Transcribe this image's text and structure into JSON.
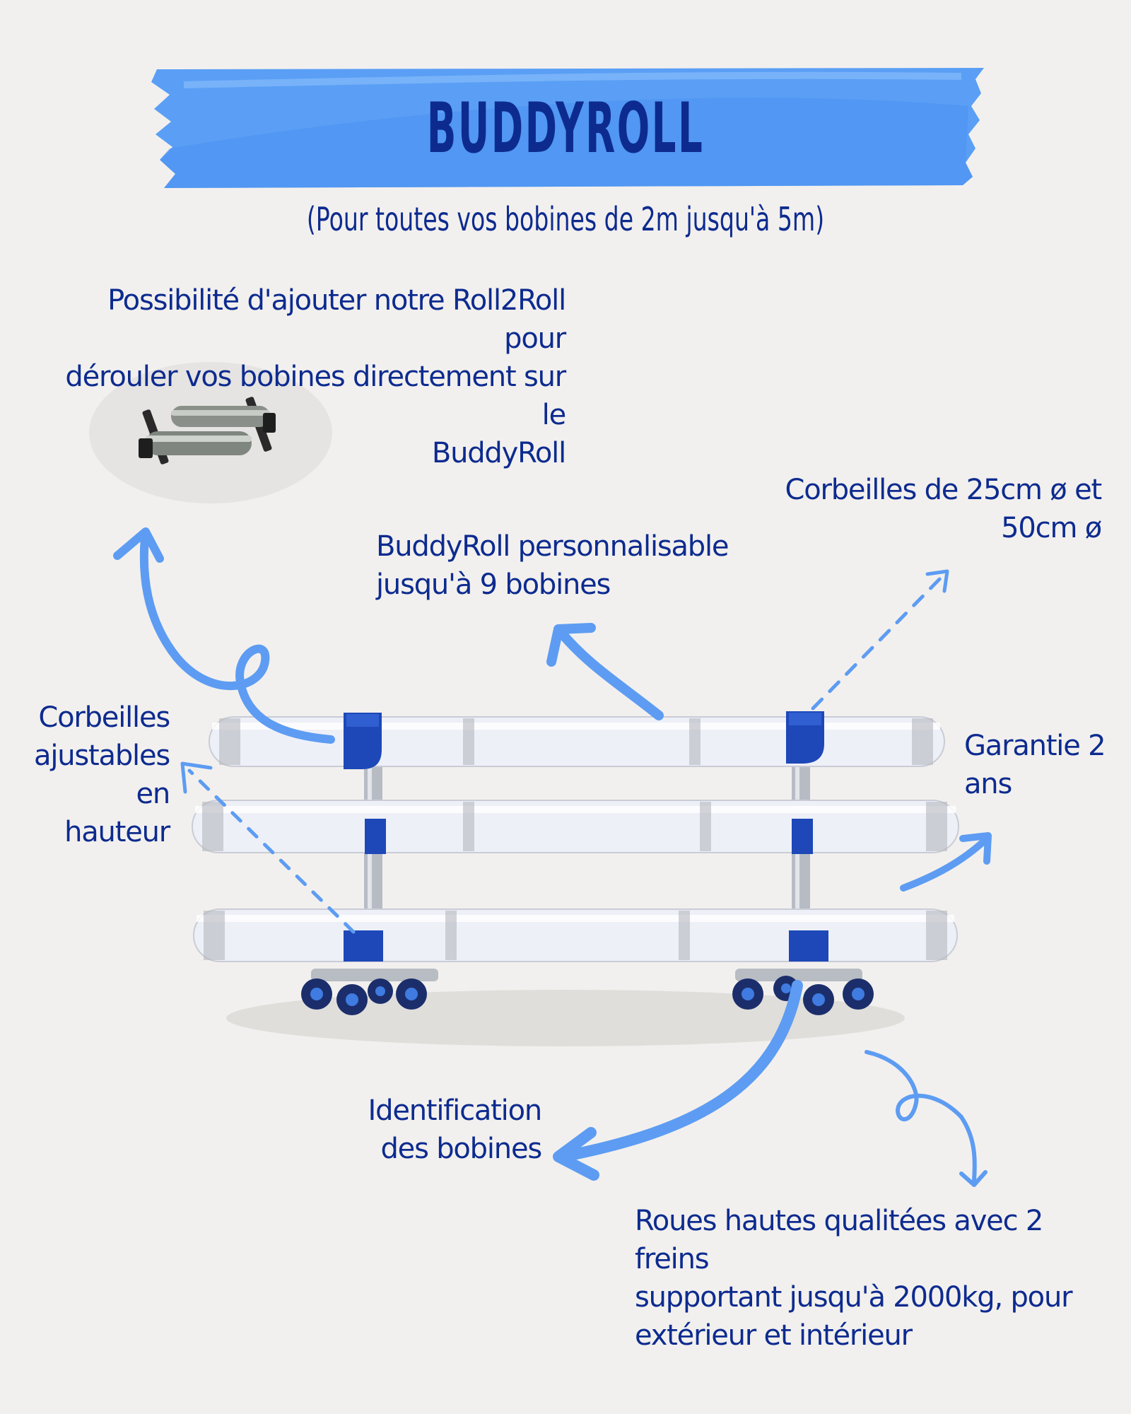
{
  "header": {
    "title": "BUDDYROLL",
    "subtitle": "(Pour toutes vos bobines de 2m jusqu'à 5m)"
  },
  "annotations": {
    "roll2roll": [
      "Possibilité d'ajouter notre Roll2Roll pour",
      "dérouler vos bobines directement sur le",
      "BuddyRoll"
    ],
    "personnalisable": [
      "BuddyRoll personnalisable",
      "jusqu'à 9 bobines"
    ],
    "corbeilles_diam": [
      "Corbeilles de 25cm ø et",
      "50cm ø"
    ],
    "corbeilles_ajust": [
      "Corbeilles",
      "ajustables en",
      "hauteur"
    ],
    "garantie": [
      "Garantie 2",
      "ans"
    ],
    "identification": [
      "Identification",
      "des bobines"
    ],
    "roues": [
      "Roues hautes qualitées avec 2 freins",
      "supportant jusqu'à 2000kg, pour",
      "extérieur et intérieur"
    ]
  },
  "colors": {
    "page_background": "#f2f0ee",
    "banner_blue": "#5a9ff5",
    "banner_blue_light": "#7db5fb",
    "text_navy": "#0d2b8f",
    "arrow_blue": "#5d9cf2",
    "bracket_blue": "#1e48b8",
    "roll_white": "#eef0f8",
    "metal": "#b7bcc4"
  },
  "icons": [
    "curly-arrow-icon",
    "dashed-arrow-icon",
    "curved-arrow-icon"
  ]
}
